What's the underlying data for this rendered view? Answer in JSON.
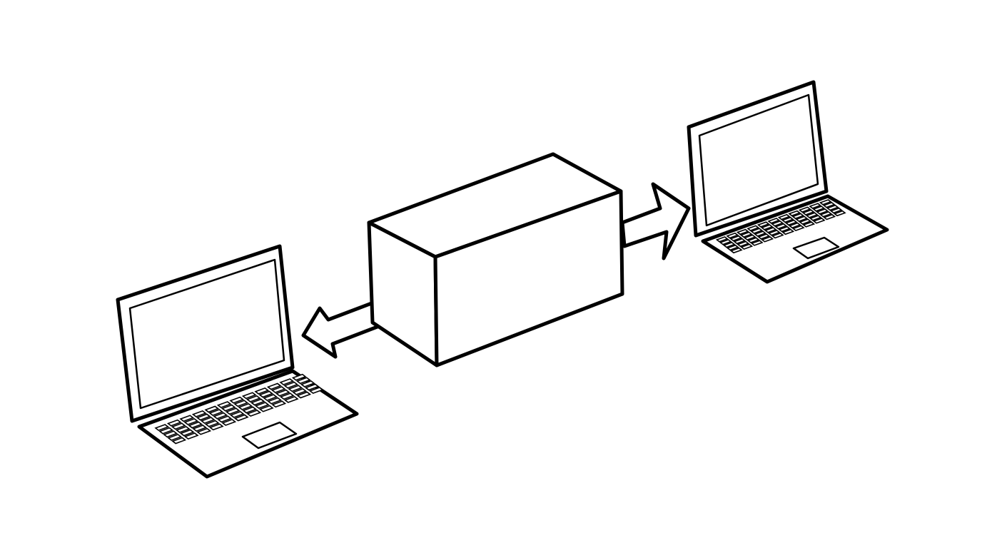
{
  "diagram": {
    "nodes": [
      {
        "id": "laptop-left",
        "icon": "laptop-icon"
      },
      {
        "id": "central-box",
        "icon": "box-icon"
      },
      {
        "id": "laptop-right",
        "icon": "laptop-icon"
      }
    ],
    "edges": [
      {
        "from": "central-box",
        "to": "laptop-left",
        "icon": "arrow-icon"
      },
      {
        "from": "central-box",
        "to": "laptop-right",
        "icon": "arrow-icon"
      }
    ],
    "colors": {
      "stroke": "#000000",
      "fill": "#ffffff",
      "background": "#ffffff"
    }
  }
}
